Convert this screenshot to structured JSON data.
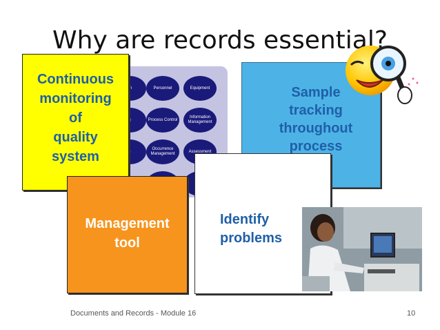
{
  "slide": {
    "title": "Why are records essential?",
    "footer": "Documents and Records - Module 16",
    "page_number": "10"
  },
  "notes": {
    "yellow": [
      "Continuous",
      "monitoring",
      "of",
      "quality",
      "system"
    ],
    "blue": [
      "Sample",
      "tracking",
      "throughout",
      "process"
    ],
    "orange": [
      "Management",
      "tool"
    ],
    "white": [
      "Identify",
      "problems"
    ]
  },
  "diagram": {
    "nodes": {
      "personnel": "Personnel",
      "equipment": "Equipment",
      "process_control": "Process Control",
      "information_management": "Information Management",
      "occurrence_management": "Occurrence Management",
      "assessment": "Assessment"
    }
  },
  "images": {
    "smiley_icon": "magnifier-smiley-icon",
    "photo_icon": "lab-technician-photo"
  },
  "colors": {
    "yellow_note": "#ffff00",
    "blue_note": "#4db3e6",
    "orange_note": "#f7941d",
    "note_text_blue": "#1f5fa8",
    "diagram_bg": "#c4c4e2",
    "diagram_node": "#1a1a7a"
  }
}
